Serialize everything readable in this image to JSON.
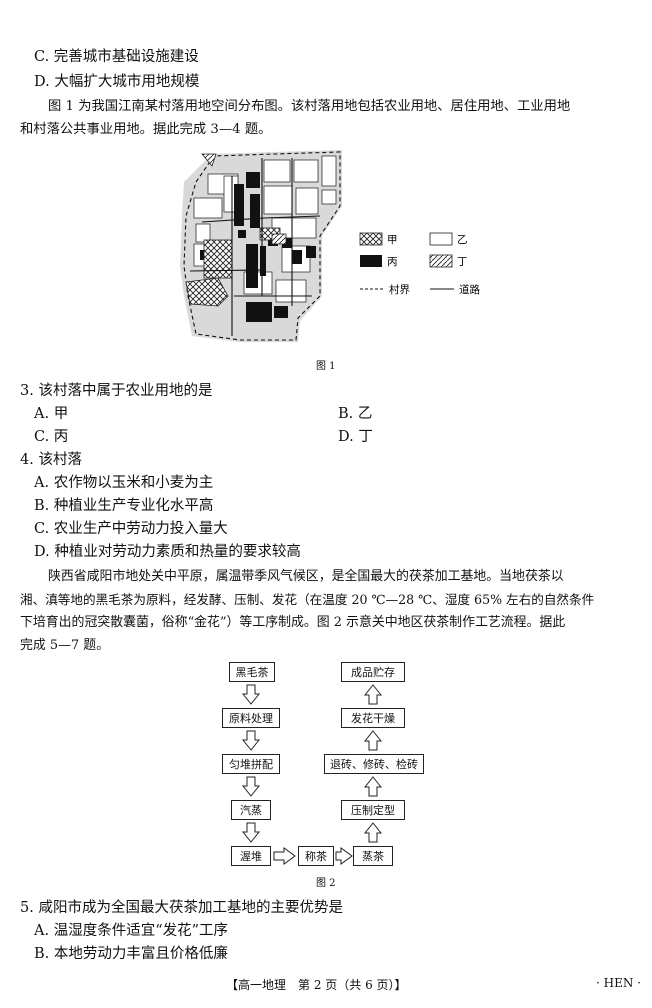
{
  "top_options": {
    "c": "C. 完善城市基础设施建设",
    "d": "D. 大幅扩大城市用地规模"
  },
  "intro_3_4": {
    "line1": "图 1 为我国江南某村落用地空间分布图。该村落用地包括农业用地、居住用地、工业用地",
    "line2": "和村落公共事业用地。据此完成 3—4 题。"
  },
  "figure1": {
    "caption": "图 1",
    "legend": {
      "jia": "甲",
      "yi": "乙",
      "bing": "丙",
      "ding": "丁",
      "boundary": "村界",
      "road": "道路"
    }
  },
  "q3": {
    "stem": "3. 该村落中属于农业用地的是",
    "a": "A. 甲",
    "b": "B. 乙",
    "c": "C. 丙",
    "d": "D. 丁"
  },
  "q4": {
    "stem": "4. 该村落",
    "a": "A. 农作物以玉米和小麦为主",
    "b": "B. 种植业生产专业化水平高",
    "c": "C. 农业生产中劳动力投入量大",
    "d": "D. 种植业对劳动力素质和热量的要求较高"
  },
  "intro_5_7": {
    "line1": "陕西省咸阳市地处关中平原，属温带季风气候区，是全国最大的茯茶加工基地。当地茯茶以",
    "line2": "湘、滇等地的黑毛茶为原料，经发酵、压制、发花（在温度 20 ℃—28 ℃、湿度 65% 左右的自然条件",
    "line3": "下培育出的冠突散囊菌，俗称“金花”）等工序制成。图 2 示意关中地区茯茶制作工艺流程。据此",
    "line4": "完成 5—7 题。"
  },
  "figure2": {
    "caption": "图 2",
    "left_column": [
      "黑毛茶",
      "原料处理",
      "匀堆拼配",
      "汽蒸",
      "渥堆"
    ],
    "bottom_middle": "称茶",
    "right_column": [
      "成品贮存",
      "发花干燥",
      "退砖、修砖、检砖",
      "压制定型",
      "蒸茶"
    ]
  },
  "q5": {
    "stem": "5. 咸阳市成为全国最大茯茶加工基地的主要优势是",
    "a": "A. 温湿度条件适宜“发花”工序",
    "b": "B. 本地劳动力丰富且价格低廉"
  },
  "footer": {
    "center": "【高一地理　第 2 页（共 6 页）】",
    "right": "· HEN ·"
  }
}
